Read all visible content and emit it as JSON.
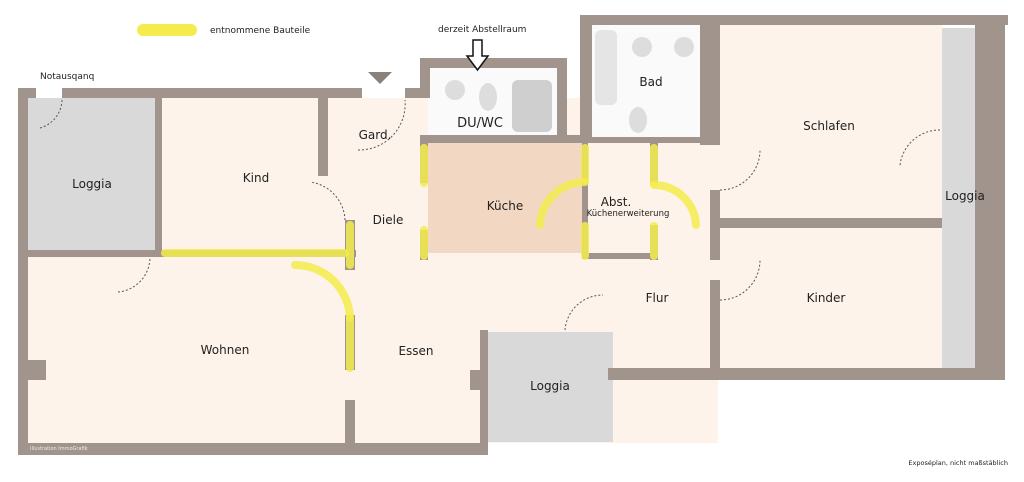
{
  "legend": {
    "label": "entnommene Bauteile",
    "color": "#f3ec4c"
  },
  "annotations": {
    "storage_note": "derzeit Abstellraum",
    "emergency_exit": "Notausqanq"
  },
  "rooms": {
    "loggia_left": "Loggia",
    "kind": "Kind",
    "gard": "Gard.",
    "du_wc": "DU/WC",
    "diele": "Diele",
    "kueche": "Küche",
    "abst": "Abst.",
    "kuechenerweiterung": "Küchenerweiterung",
    "bad": "Bad",
    "schlafen": "Schlafen",
    "loggia_right": "Loggia",
    "flur": "Flur",
    "kinder": "Kinder",
    "wohnen": "Wohnen",
    "essen": "Essen",
    "loggia_bottom": "Loggia"
  },
  "footer": {
    "credit": "Illustration ImmoGrafik",
    "note": "Exposéplan, nicht maßstäblich"
  },
  "colors": {
    "wall": "#a0948c",
    "floor": "#fdf3ea",
    "kitchen_tiles": "#f2d8c2",
    "loggia": "#d9d9d9",
    "highlight": "#f3ec4c"
  }
}
